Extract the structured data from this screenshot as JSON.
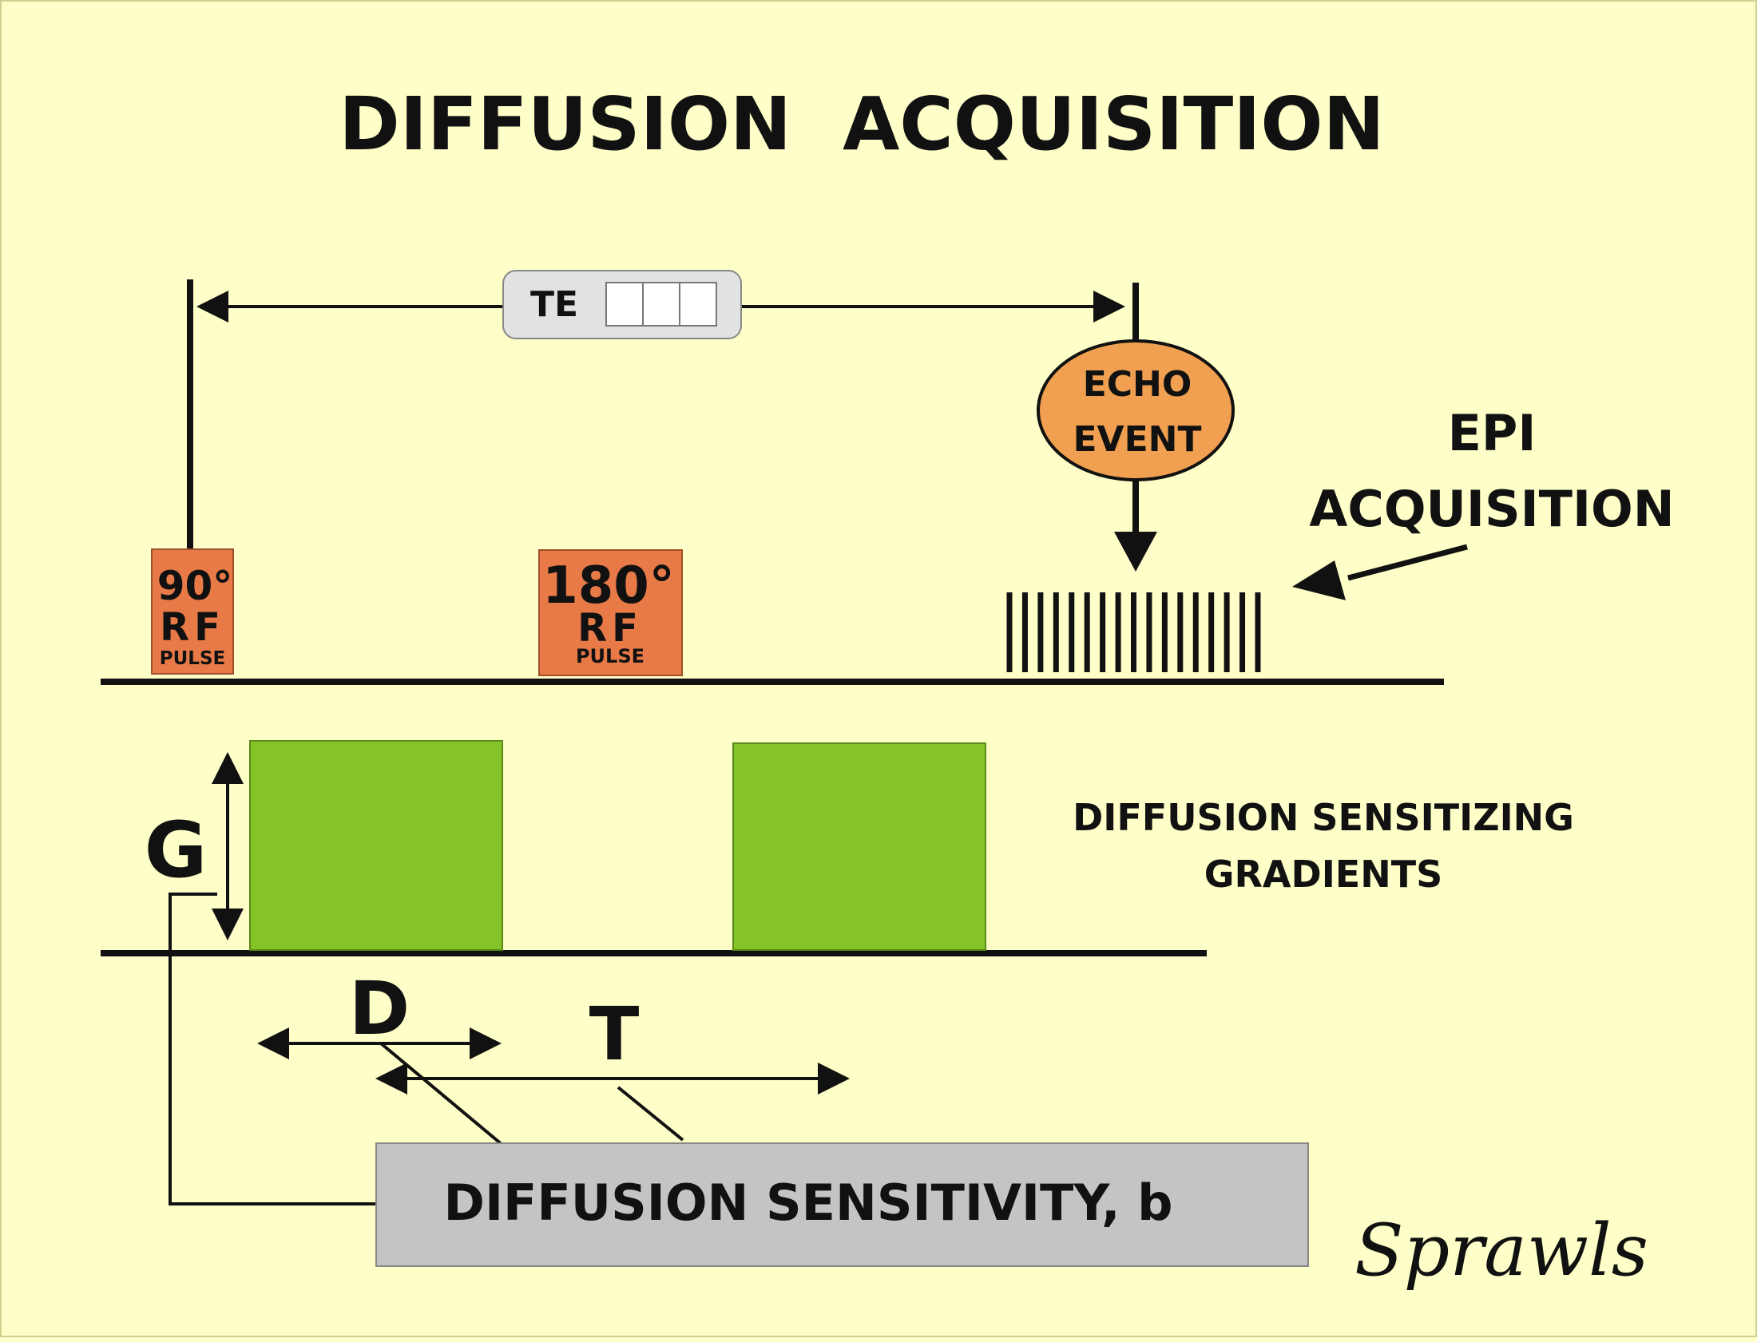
{
  "title": "DIFFUSION  ACQUISITION",
  "te_box": {
    "label": "TE",
    "slots": [
      "",
      "",
      ""
    ]
  },
  "echo_event": {
    "line1": "ECHO",
    "line2": "EVENT"
  },
  "epi_label": {
    "line1": "EPI",
    "line2": "ACQUISITION"
  },
  "rf90": {
    "angle": "90°",
    "rf": "RF",
    "pulse": "PULSE"
  },
  "rf180": {
    "angle": "180°",
    "rf": "RF",
    "pulse": "PULSE"
  },
  "gradients_label": {
    "line1": "DIFFUSION SENSITIZING",
    "line2": "GRADIENTS"
  },
  "g_label": "G",
  "d_label": "D",
  "t_label": "T",
  "sensitivity_box": {
    "label": "DIFFUSION SENSITIVITY, b"
  },
  "signature": "Sprawls",
  "colors": {
    "background": "#fefec8",
    "rf_pulse": "#e87a48",
    "echo": "#f0a050",
    "gradient": "#84c428",
    "te_box": "#e2e2e2",
    "sensitivity_box": "#c4c4c4",
    "ink": "#111111"
  },
  "epi_readout_line_count": 17
}
